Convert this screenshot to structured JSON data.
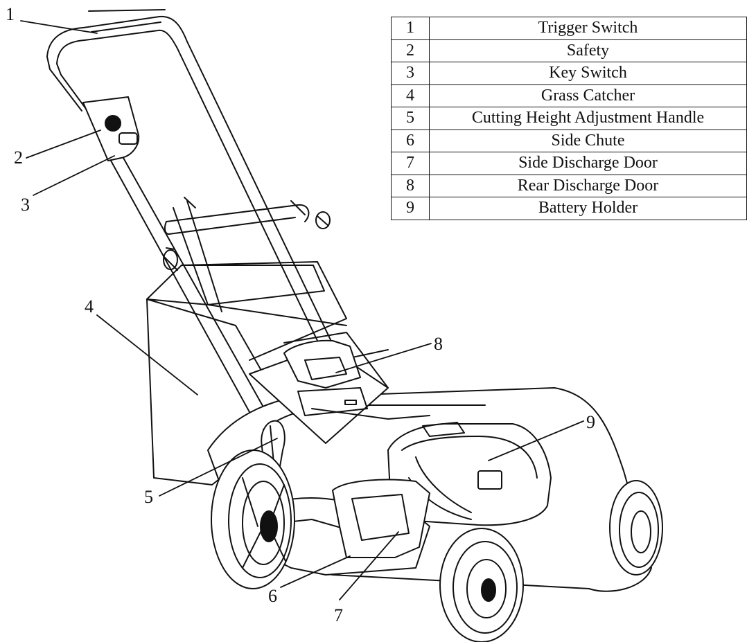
{
  "callouts": [
    "1",
    "2",
    "3",
    "4",
    "5",
    "6",
    "7",
    "8",
    "9"
  ],
  "parts": [
    {
      "number": "1",
      "name": "Trigger Switch"
    },
    {
      "number": "2",
      "name": "Safety"
    },
    {
      "number": "3",
      "name": "Key Switch"
    },
    {
      "number": "4",
      "name": "Grass Catcher"
    },
    {
      "number": "5",
      "name": "Cutting Height Adjustment Handle"
    },
    {
      "number": "6",
      "name": "Side Chute"
    },
    {
      "number": "7",
      "name": "Side Discharge Door"
    },
    {
      "number": "8",
      "name": "Rear Discharge Door"
    },
    {
      "number": "9",
      "name": "Battery Holder"
    }
  ]
}
